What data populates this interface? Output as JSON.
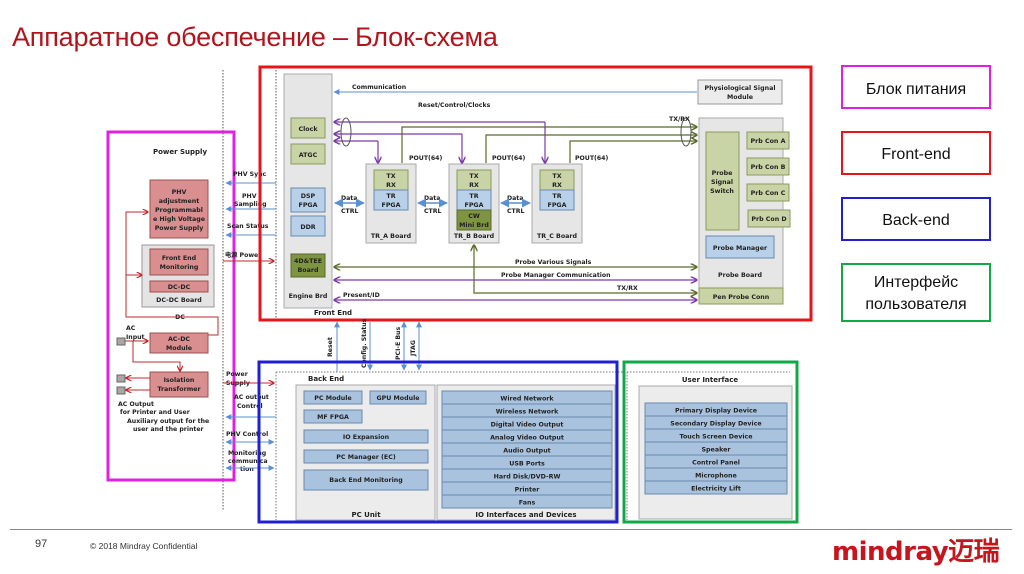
{
  "slide": {
    "title": "Аппаратное обеспечение – Блок-схема",
    "page_number": "97",
    "copyright": "© 2018  Mindray Confidential",
    "logo": "mindray迈瑞"
  },
  "colors": {
    "power_supply": "#e020e0",
    "front_end": "#e8141c",
    "back_end": "#2020d0",
    "user_interface": "#12a84a",
    "title": "#b0151c",
    "purple_line": "#7a3aa8",
    "olive_line": "#5a6a2a",
    "blue_line": "#5b8fd0",
    "red_line": "#c0282e"
  },
  "legend": [
    {
      "label": "Блок питания",
      "color_key": "power_supply"
    },
    {
      "label": "Front-end",
      "color_key": "front_end"
    },
    {
      "label": "Back-end",
      "color_key": "back_end"
    },
    {
      "label": "Интерфейс пользователя",
      "line1": "Интерфейс",
      "line2": "пользователя",
      "color_key": "user_interface"
    }
  ],
  "power_supply": {
    "title": "Power Supply",
    "phv": [
      "PHV",
      "adjustment",
      "Programmabl",
      "e High Voltage",
      "Power Supply"
    ],
    "fe_monitoring": [
      "Front End",
      "Monitoring"
    ],
    "dcdc": "DC-DC",
    "dcdc_board": "DC-DC Board",
    "dc_label": "DC",
    "ac_input": [
      "AC",
      "Input"
    ],
    "acdc": [
      "AC-DC",
      "Module"
    ],
    "isolation": [
      "Isolation",
      "Transformer"
    ],
    "ac_output": [
      "AC Output",
      "for Printer and User",
      "Auxiliary output for the",
      "user and the printer"
    ]
  },
  "interfaces": {
    "phv_sync": "PHV Sync",
    "phv_sampling": [
      "PHV",
      "Sampling"
    ],
    "scan_status": "Scan Status",
    "power": "电源 Power",
    "power_supply": [
      "Power",
      "Supply"
    ],
    "ac_output_control": [
      "AC output",
      "Control"
    ],
    "phv_control": "PHV Control",
    "monitoring": [
      "Monitoring",
      "communica",
      "tion"
    ]
  },
  "front_end": {
    "title": "Front End",
    "engine_board": "Engine Brd",
    "clock": "Clock",
    "atgc": "ATGC",
    "dsp_fpga": [
      "DSP",
      "FPGA"
    ],
    "ddr": "DDR",
    "board_4d": [
      "4D&TEE",
      "Board"
    ],
    "communication": "Communication",
    "reset_control": "Reset/Control/Clocks",
    "pout": "POUT(64)",
    "data_ctrl": [
      "Data",
      "CTRL"
    ],
    "tx_rx_label": "TX/RX",
    "tr_boards": [
      {
        "name": "TR_A Board",
        "txrx": [
          "TX",
          "RX"
        ],
        "fpga": [
          "TR",
          "FPGA"
        ]
      },
      {
        "name": "TR_B Board",
        "txrx": [
          "TX",
          "RX"
        ],
        "fpga": [
          "TR",
          "FPGA"
        ],
        "cw": [
          "CW",
          "Mini Brd"
        ]
      },
      {
        "name": "TR_C Board",
        "txrx": [
          "TX",
          "RX"
        ],
        "fpga": [
          "TR",
          "FPGA"
        ]
      }
    ],
    "physio": [
      "Physiological Signal",
      "Module"
    ],
    "probe_board": "Probe Board",
    "probe_switch": [
      "Probe",
      "Signal",
      "Switch"
    ],
    "prb_cons": [
      "Prb Con A",
      "Prb Con B",
      "Prb Con C",
      "Prb Con D"
    ],
    "probe_manager": "Probe Manager",
    "pen_probe": "Pen Probe Conn",
    "probe_various": "Probe Various Signals",
    "probe_mgr_comm": "Probe Manager Communication",
    "present_id": "Present/ID"
  },
  "bus": [
    "Reset",
    "Config. Status",
    "PCI-E Bus",
    "JTAG"
  ],
  "back_end": {
    "title": "Back End",
    "pc_unit": "PC Unit",
    "pc_module": "PC Module",
    "gpu_module": "GPU Module",
    "mf_fpga": "MF FPGA",
    "io_expansion": "IO Expansion",
    "pc_manager": "PC Manager (EC)",
    "be_monitoring": "Back End Monitoring",
    "io_title": "IO Interfaces and Devices",
    "io_items": [
      "Wired Network",
      "Wireless Network",
      "Digital Video Output",
      "Analog Video Output",
      "Audio Output",
      "USB Ports",
      "Hard Disk/DVD-RW",
      "Printer",
      "Fans"
    ]
  },
  "user_interface": {
    "title": "User Interface",
    "items": [
      "Primary Display Device",
      "Secondary Display Device",
      "Touch Screen Device",
      "Speaker",
      "Control Panel",
      "Microphone",
      "Electricity Lift"
    ]
  }
}
